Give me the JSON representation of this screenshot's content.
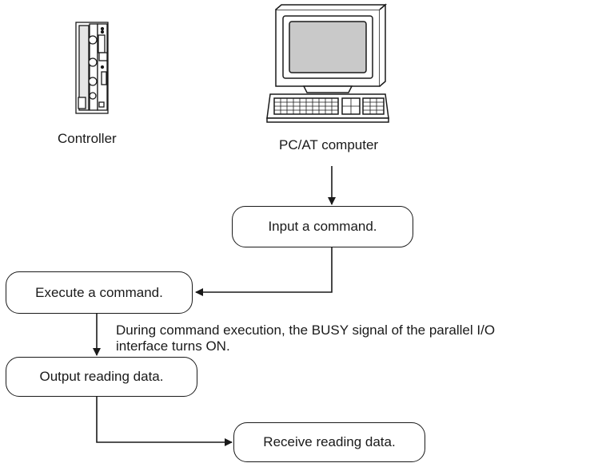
{
  "devices": {
    "controller_label": "Controller",
    "computer_label": "PC/AT computer"
  },
  "flow": {
    "input_command": "Input a command.",
    "execute_command": "Execute a command.",
    "output_data": "Output reading data.",
    "receive_data": "Receive reading data."
  },
  "note": {
    "line1": "During command execution, the BUSY signal of the parallel I/O",
    "line2": "interface turns ON."
  }
}
